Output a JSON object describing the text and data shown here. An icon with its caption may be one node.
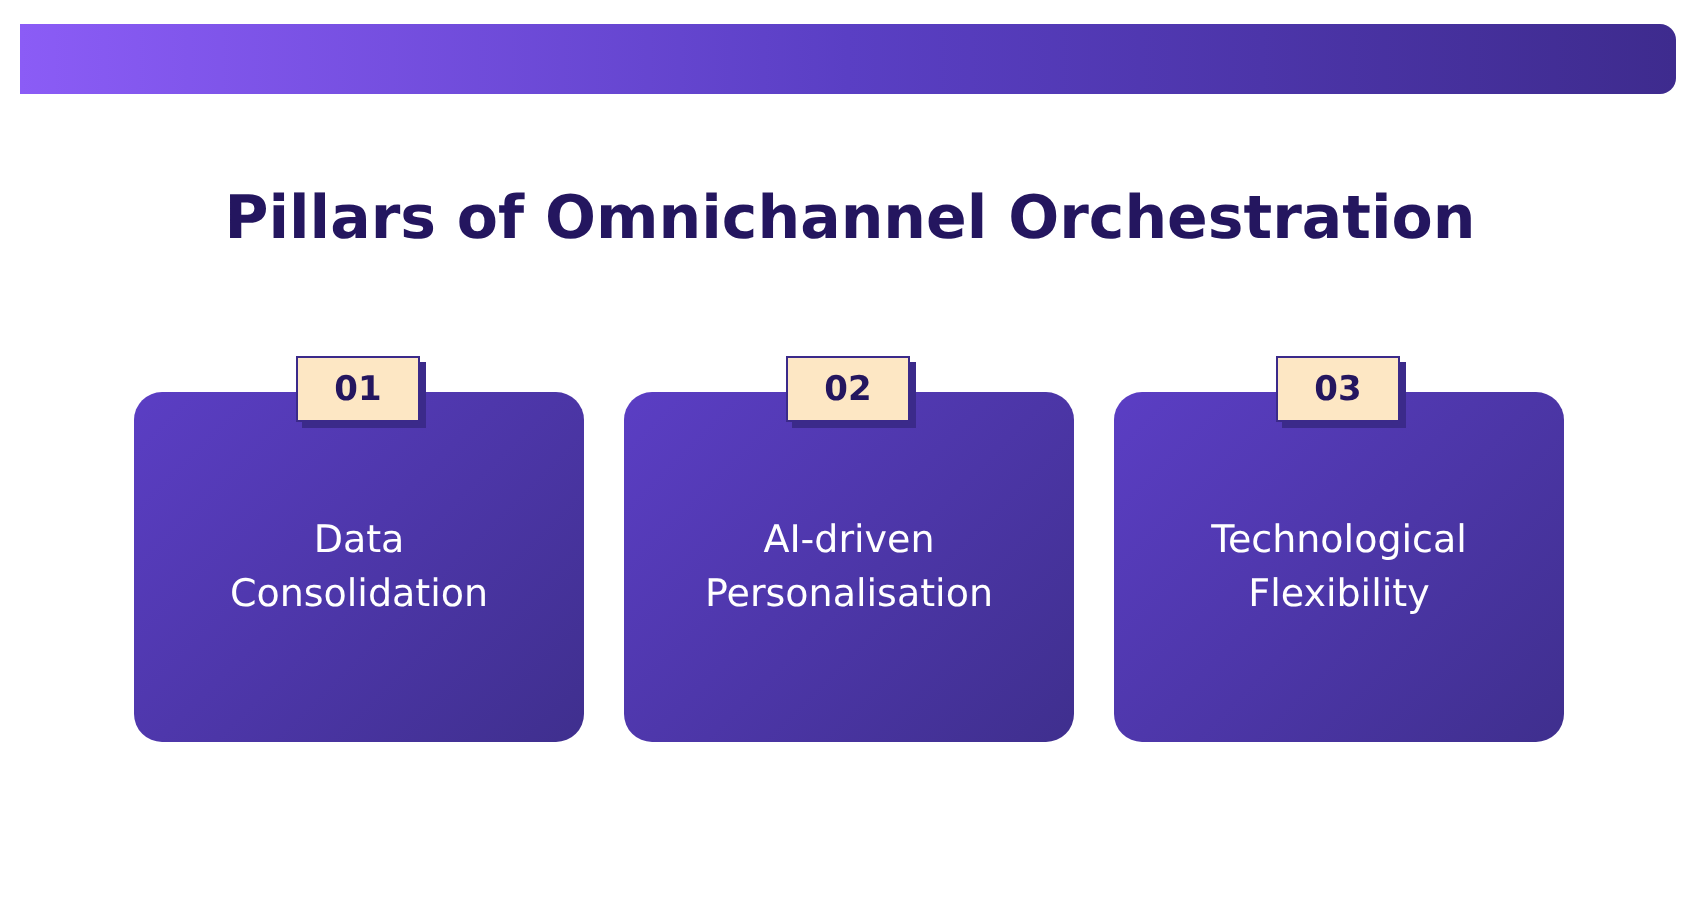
{
  "diagram": {
    "title": "Pillars of Omnichannel Orchestration",
    "nodes": [
      {
        "text": [
          "01"
        ]
      },
      {
        "text": [
          "Data Consolidation"
        ]
      },
      {
        "text": [
          "02"
        ]
      },
      {
        "text": [
          "AI-driven Personalisation"
        ]
      },
      {
        "text": [
          "03"
        ]
      },
      {
        "text": [
          "Technological Flexibility"
        ]
      }
    ]
  }
}
